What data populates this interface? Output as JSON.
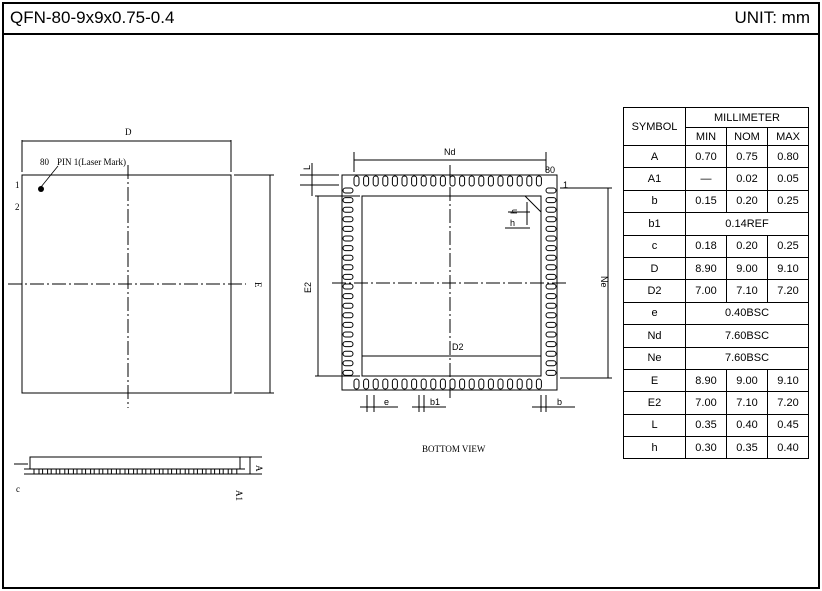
{
  "header": {
    "title": "QFN-80-9x9x0.75-0.4",
    "unit": "UNIT: mm"
  },
  "top_view": {
    "d_label": "D",
    "e_label": "E",
    "pin1_label": "PIN 1(Laser Mark)",
    "pin1_num": "80",
    "pin_a": "1",
    "pin_b": "2"
  },
  "bottom_view": {
    "caption": "BOTTOM VIEW",
    "nd": "Nd",
    "ne": "Ne",
    "d2": "D2",
    "e2": "E2",
    "e": "e",
    "b1": "b1",
    "b": "b",
    "l": "L",
    "h1": "h",
    "h2": "h",
    "pin80": "80",
    "pin1": "1"
  },
  "side_view": {
    "a_label": "A",
    "a1_label": "A1",
    "c_label": "c"
  },
  "spec_table": {
    "symbol_header": "SYMBOL",
    "group_header": "MILLIMETER",
    "col_min": "MIN",
    "col_nom": "NOM",
    "col_max": "MAX",
    "rows": [
      {
        "symbol": "A",
        "min": "0.70",
        "nom": "0.75",
        "max": "0.80"
      },
      {
        "symbol": "A1",
        "min": "—",
        "nom": "0.02",
        "max": "0.05"
      },
      {
        "symbol": "b",
        "min": "0.15",
        "nom": "0.20",
        "max": "0.25"
      },
      {
        "symbol": "b1",
        "span": "0.14REF"
      },
      {
        "symbol": "c",
        "min": "0.18",
        "nom": "0.20",
        "max": "0.25"
      },
      {
        "symbol": "D",
        "min": "8.90",
        "nom": "9.00",
        "max": "9.10"
      },
      {
        "symbol": "D2",
        "min": "7.00",
        "nom": "7.10",
        "max": "7.20"
      },
      {
        "symbol": "e",
        "span": "0.40BSC"
      },
      {
        "symbol": "Nd",
        "span": "7.60BSC"
      },
      {
        "symbol": "Ne",
        "span": "7.60BSC"
      },
      {
        "symbol": "E",
        "min": "8.90",
        "nom": "9.00",
        "max": "9.10"
      },
      {
        "symbol": "E2",
        "min": "7.00",
        "nom": "7.10",
        "max": "7.20"
      },
      {
        "symbol": "L",
        "min": "0.35",
        "nom": "0.40",
        "max": "0.45"
      },
      {
        "symbol": "h",
        "min": "0.30",
        "nom": "0.35",
        "max": "0.40"
      }
    ]
  }
}
